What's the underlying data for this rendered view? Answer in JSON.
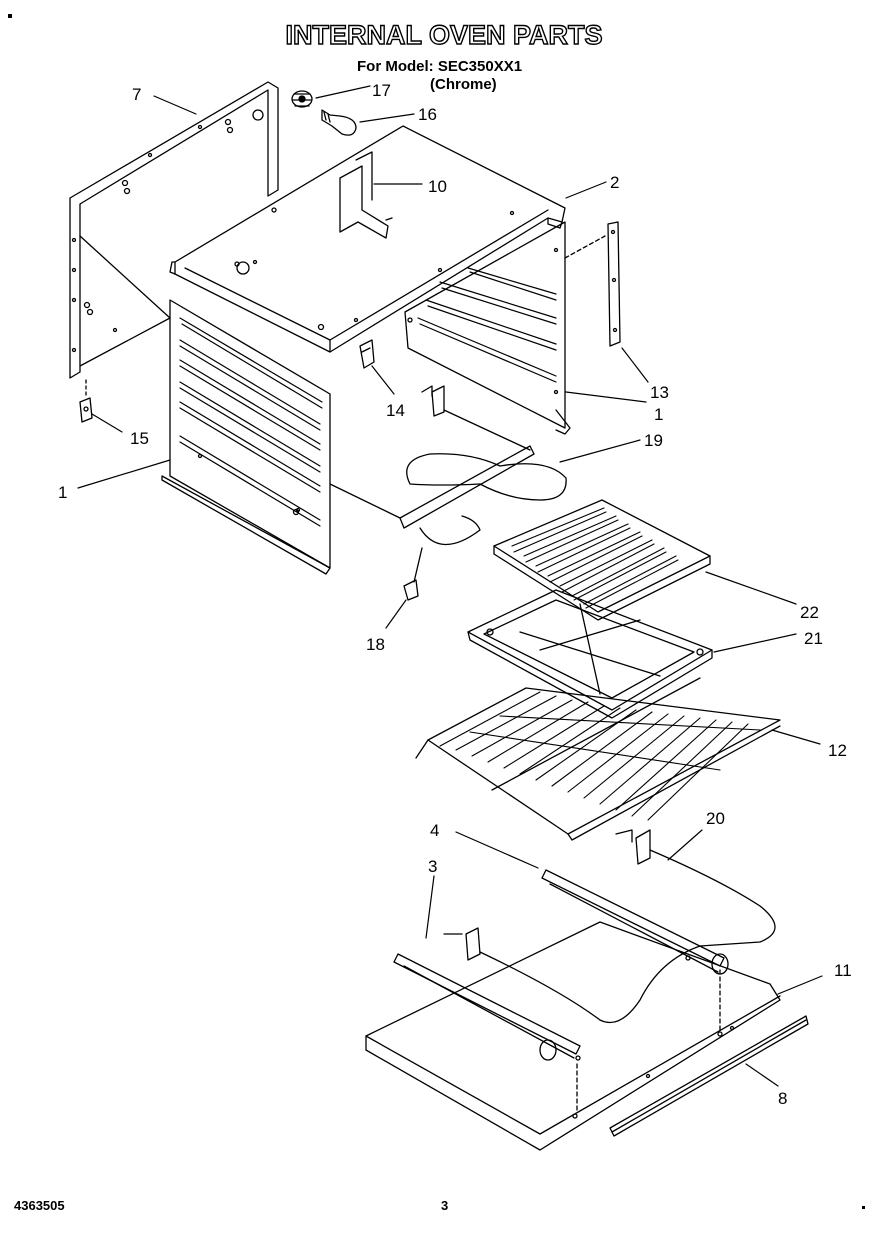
{
  "header": {
    "title": "INTERNAL OVEN PARTS",
    "model_line": "For Model: SEC350XX1",
    "finish_line": "(Chrome)"
  },
  "callouts": [
    "7",
    "17",
    "16",
    "10",
    "2",
    "13",
    "1",
    "14",
    "15",
    "19",
    "1",
    "18",
    "22",
    "21",
    "12",
    "20",
    "4",
    "3",
    "11",
    "8"
  ],
  "footer": {
    "doc_number": "4363505",
    "page_number": "3"
  }
}
